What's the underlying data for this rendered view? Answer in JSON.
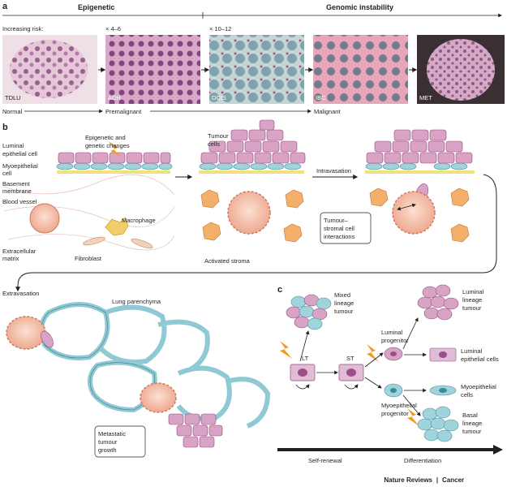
{
  "panel_a": {
    "letter": "a",
    "epigenetic": "Epigenetic",
    "genomic_instability": "Genomic instability",
    "increasing_risk": "Increasing risk:",
    "risk_1": "× 4–6",
    "risk_2": "× 10–12",
    "stages": [
      "TDLU",
      "ADH",
      "DCIS",
      "IBC",
      "MET"
    ],
    "normal": "Normal",
    "premalignant": "Premalignant",
    "malignant": "Malignant"
  },
  "panel_b": {
    "letter": "b",
    "luminal_epithelial_cell_1": "Luminal",
    "luminal_epithelial_cell_2": "epithelial cell",
    "epigenetic_changes_1": "Epigenetic and",
    "epigenetic_changes_2": "genetic changes",
    "myoepithelial_cell_1": "Myoepithelial",
    "myoepithelial_cell_2": "cell",
    "basement_membrane_1": "Basement",
    "basement_membrane_2": "membrane",
    "blood_vessel": "Blood vessel",
    "macrophage": "Macrophage",
    "extracellular_matrix_1": "Extracellular",
    "extracellular_matrix_2": "matrix",
    "fibroblast": "Fibroblast",
    "tumour_cells_1": "Tumour",
    "tumour_cells_2": "cells",
    "activated_stroma": "Activated stroma",
    "intravasation": "Intravasation",
    "interactions_1": "Tumour–",
    "interactions_2": "stromal cell",
    "interactions_3": "interactions",
    "extravasation": "Extravasation",
    "lung_parenchyma": "Lung parenchyma",
    "metastatic_1": "Metastatic",
    "metastatic_2": "tumour",
    "metastatic_3": "growth"
  },
  "panel_c": {
    "letter": "c",
    "mixed_1": "Mixed",
    "mixed_2": "lineage",
    "mixed_3": "tumour",
    "lt": "LT",
    "st": "ST",
    "luminal_progenitor_1": "Luminal",
    "luminal_progenitor_2": "progenitor",
    "myoepithelial_progenitor_1": "Myoepithelial",
    "myoepithelial_progenitor_2": "progenitor",
    "luminal_lineage_1": "Luminal",
    "luminal_lineage_2": "lineage",
    "luminal_lineage_3": "tumour",
    "luminal_epithelial_cells_1": "Luminal",
    "luminal_epithelial_cells_2": "epithelial cells",
    "myoepithelial_cells_1": "Myoepithelial",
    "myoepithelial_cells_2": "cells",
    "basal_1": "Basal",
    "basal_2": "lineage",
    "basal_3": "tumour",
    "self_renewal": "Self-renewal",
    "differentiation": "Differentiation"
  },
  "footer": {
    "journal": "Nature Reviews",
    "separator": "|",
    "section": "Cancer"
  },
  "colors": {
    "luminal": "#d9a3c6",
    "myoepithelial": "#9fd4dc",
    "vessel": "#f2b8a0",
    "macrophage": "#f0cf6a",
    "stroma_cell": "#f4b06b",
    "accent_cancer": "#2e9bb0",
    "lightning": "#f29a1f"
  }
}
